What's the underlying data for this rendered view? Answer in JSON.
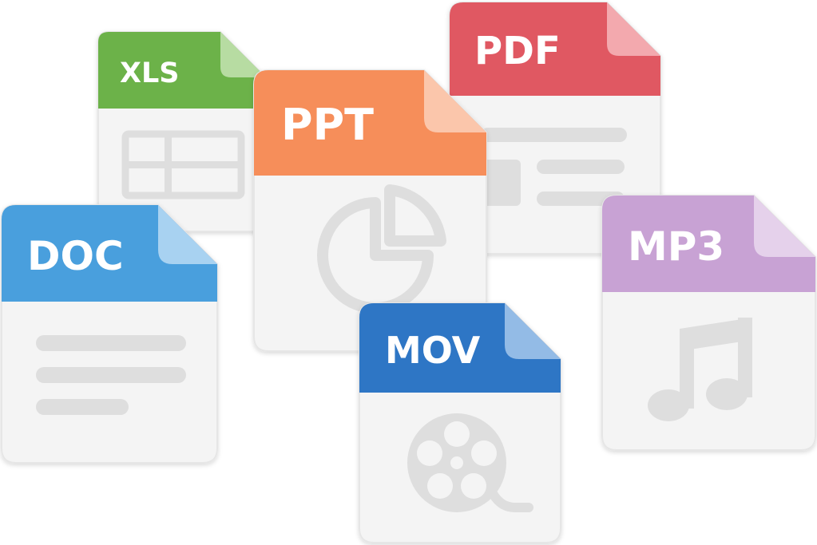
{
  "files": [
    {
      "id": "xls",
      "label": "XLS",
      "color": "#6cb248",
      "fold_color": "#b7dca2",
      "icon": "table-icon"
    },
    {
      "id": "pdf",
      "label": "PDF",
      "color": "#e05862",
      "fold_color": "#f3a9ae",
      "icon": "document-layout-icon"
    },
    {
      "id": "ppt",
      "label": "PPT",
      "color": "#f68e5a",
      "fold_color": "#fbc6ab",
      "icon": "pie-chart-icon"
    },
    {
      "id": "doc",
      "label": "DOC",
      "color": "#4a9fdd",
      "fold_color": "#a8d2f1",
      "icon": "text-lines-icon"
    },
    {
      "id": "mp3",
      "label": "MP3",
      "color": "#c8a2d4",
      "fold_color": "#e5d1eb",
      "icon": "music-note-icon"
    },
    {
      "id": "mov",
      "label": "MOV",
      "color": "#2f76c5",
      "fold_color": "#93bbe6",
      "icon": "film-reel-icon"
    }
  ]
}
